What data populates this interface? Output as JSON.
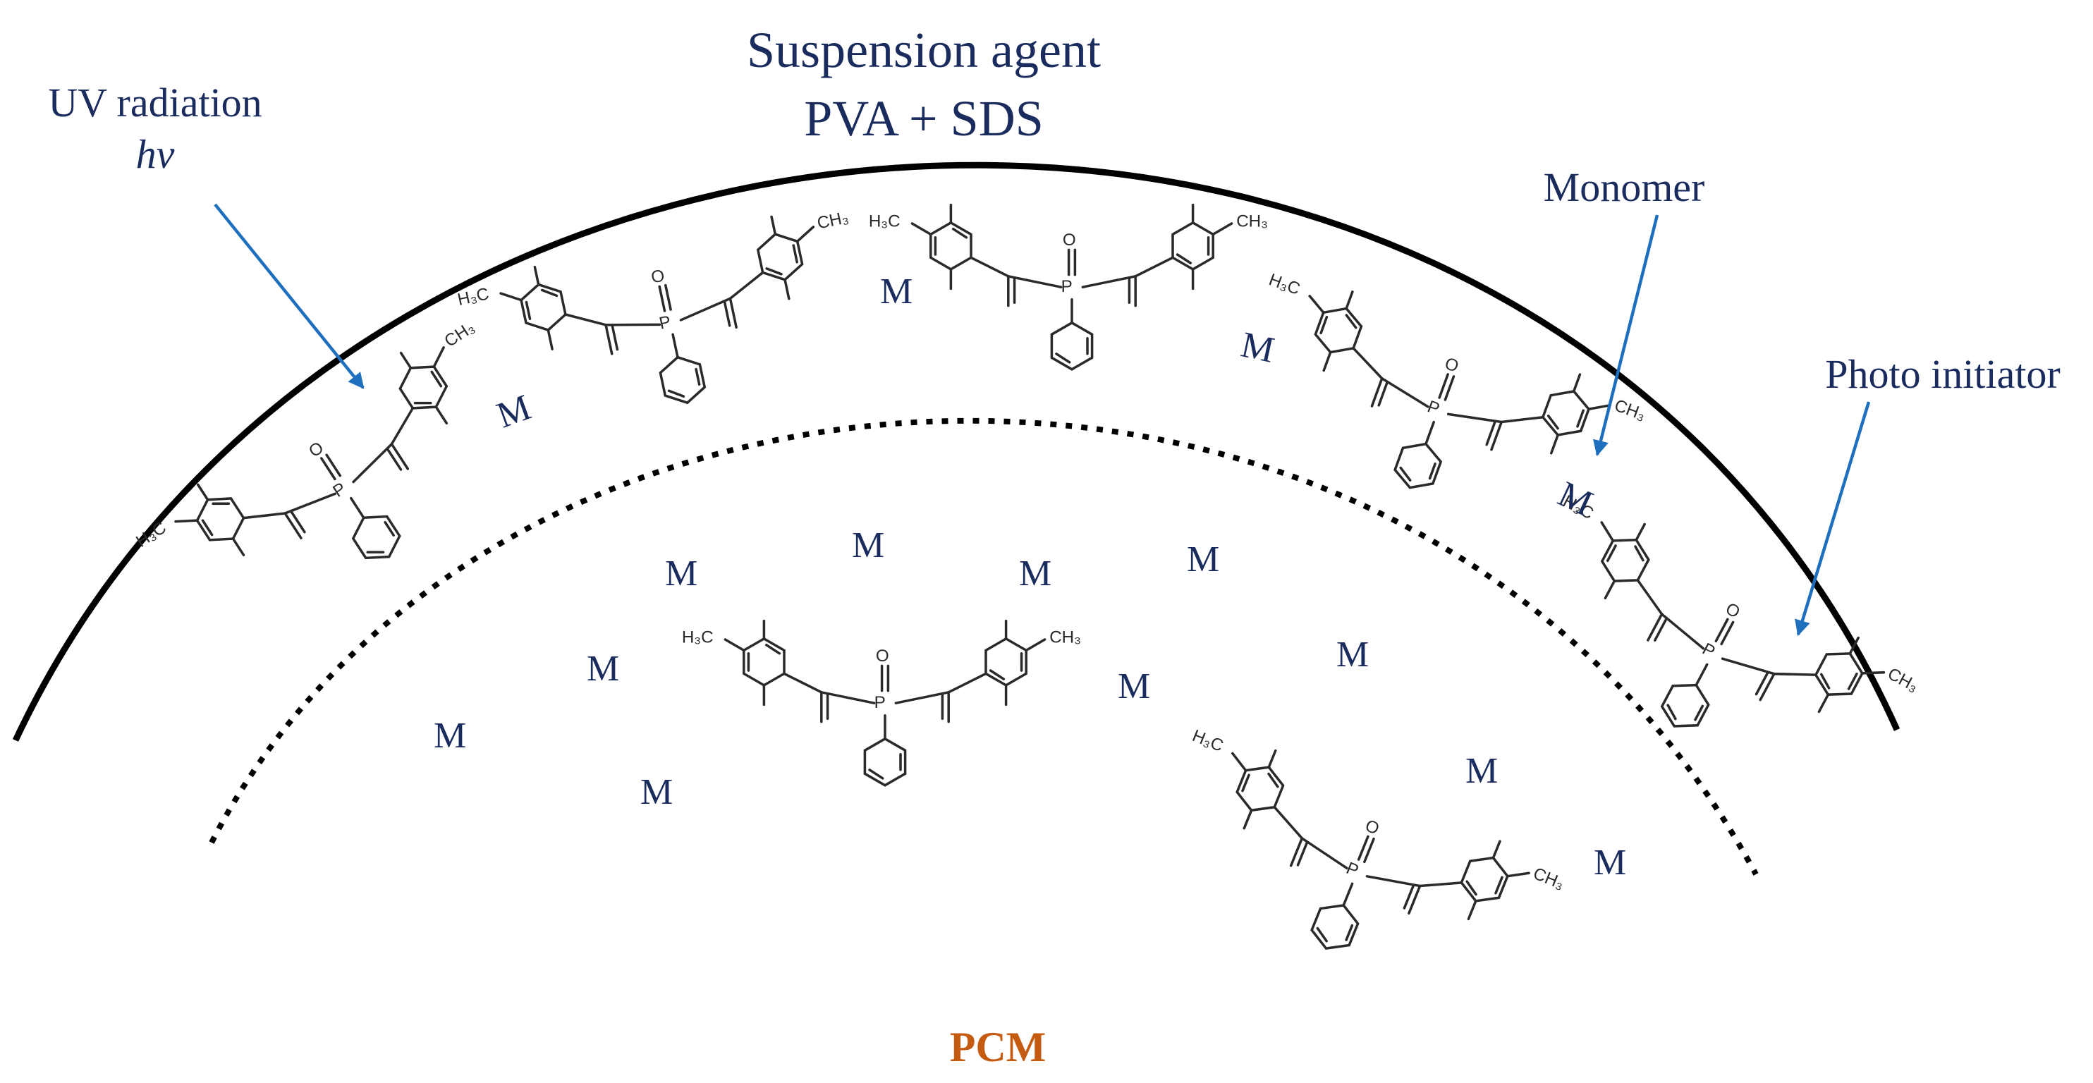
{
  "labels": {
    "suspension_line1": "Suspension agent",
    "suspension_line2": "PVA + SDS",
    "uv_line1": "UV radiation",
    "uv_line2": "hv",
    "monomer": "Monomer",
    "photo_initiator": "Photo initiator",
    "core": "PCM"
  },
  "monomer_symbol": "M",
  "molecule": {
    "phosphorus": "P",
    "oxygen": "O",
    "methyl_left": "H₃C",
    "methyl_right": "CH₃"
  },
  "colors": {
    "text": "#1a2b5e",
    "arrow": "#1f6fbf",
    "core_label": "#c55a11",
    "outline": "#000000"
  }
}
